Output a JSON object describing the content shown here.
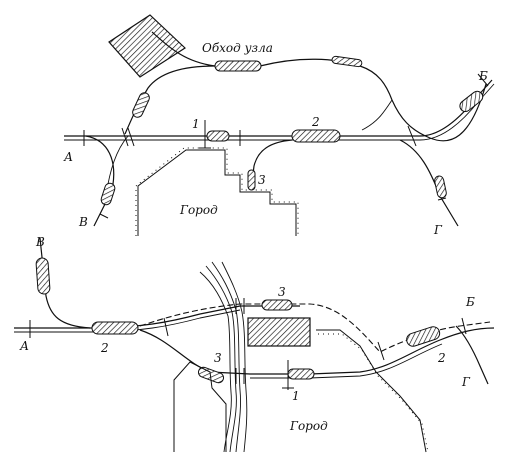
{
  "top": {
    "bypass_label": "Обход узла",
    "node_a": "А",
    "node_b": "Б",
    "node_v": "В",
    "node_g": "Г",
    "station_1": "1",
    "station_2": "2",
    "station_3": "3",
    "city": "Город"
  },
  "bottom": {
    "node_a": "А",
    "node_b": "Б",
    "node_v": "В",
    "node_g": "Г",
    "station_1": "1",
    "station_2_left": "2",
    "station_2_right": "2",
    "station_3_top": "3",
    "station_3_mid": "3",
    "city": "Город"
  }
}
